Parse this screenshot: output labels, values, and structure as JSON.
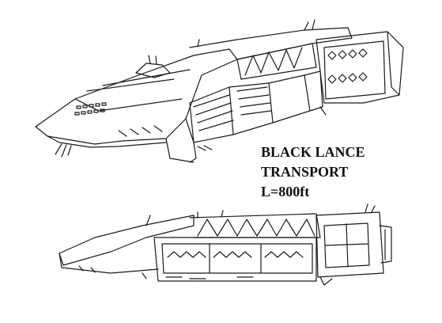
{
  "caption": {
    "line1": "BLACK LANCE",
    "line2": "TRANSPORT",
    "line3": "L=800ft"
  },
  "colors": {
    "ink": "#1a1a1a",
    "paper": "#ffffff"
  }
}
